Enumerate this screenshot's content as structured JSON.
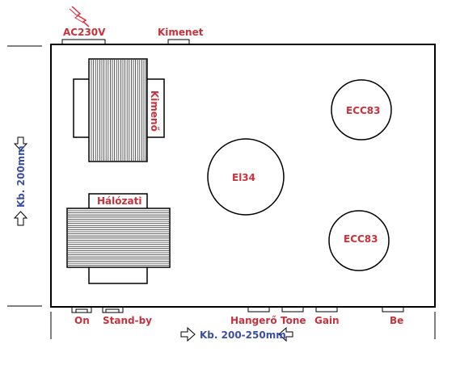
{
  "labels": {
    "ac_input": "AC230V",
    "output_jack": "Kimenet",
    "output_transformer": "Kimenő",
    "mains_transformer": "Hálózati",
    "power_tube": "El34",
    "preamp_tube_top": "ECC83",
    "preamp_tube_bottom": "ECC83",
    "switch_on": "On",
    "switch_standby": "Stand-by",
    "knob_volume": "Hangerő",
    "knob_tone": "Tone",
    "knob_gain": "Gain",
    "input_jack": "Be",
    "height_dim": "Kb. 200mm",
    "width_dim": "Kb. 200-250mm"
  },
  "colors": {
    "label_red": "#c8323c",
    "label_blue": "#3b4fa8",
    "lightning": "#e0303a"
  }
}
